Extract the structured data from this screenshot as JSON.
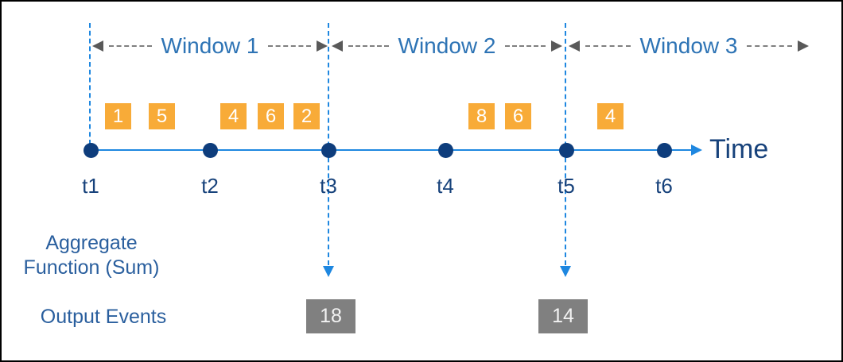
{
  "colors": {
    "timeline_blue": "#1e87e0",
    "dot_navy": "#0e3d7c",
    "event_orange": "#f8ab38",
    "output_gray": "#808080",
    "window_label_blue": "#2e74b5",
    "side_label_blue": "#2a5f9e",
    "dark_label_blue": "#17427b",
    "arrow_gray": "#7f7f7f",
    "arrowhead_gray": "#595959"
  },
  "windows": [
    {
      "label": "Window 1"
    },
    {
      "label": "Window 2"
    },
    {
      "label": "Window 3"
    }
  ],
  "events": [
    {
      "value": "1",
      "window": "Window 1"
    },
    {
      "value": "5",
      "window": "Window 1"
    },
    {
      "value": "4",
      "window": "Window 1"
    },
    {
      "value": "6",
      "window": "Window 1"
    },
    {
      "value": "2",
      "window": "Window 1"
    },
    {
      "value": "8",
      "window": "Window 2"
    },
    {
      "value": "6",
      "window": "Window 2"
    },
    {
      "value": "4",
      "window": "Window 3"
    }
  ],
  "timeline": {
    "label": "Time",
    "ticks": [
      "t1",
      "t2",
      "t3",
      "t4",
      "t5",
      "t6"
    ]
  },
  "side_labels": {
    "aggregate_line1": "Aggregate",
    "aggregate_line2": "Function (Sum)",
    "output_events": "Output Events"
  },
  "outputs": [
    {
      "value": "18",
      "at_tick": "t3"
    },
    {
      "value": "14",
      "at_tick": "t5"
    }
  ]
}
